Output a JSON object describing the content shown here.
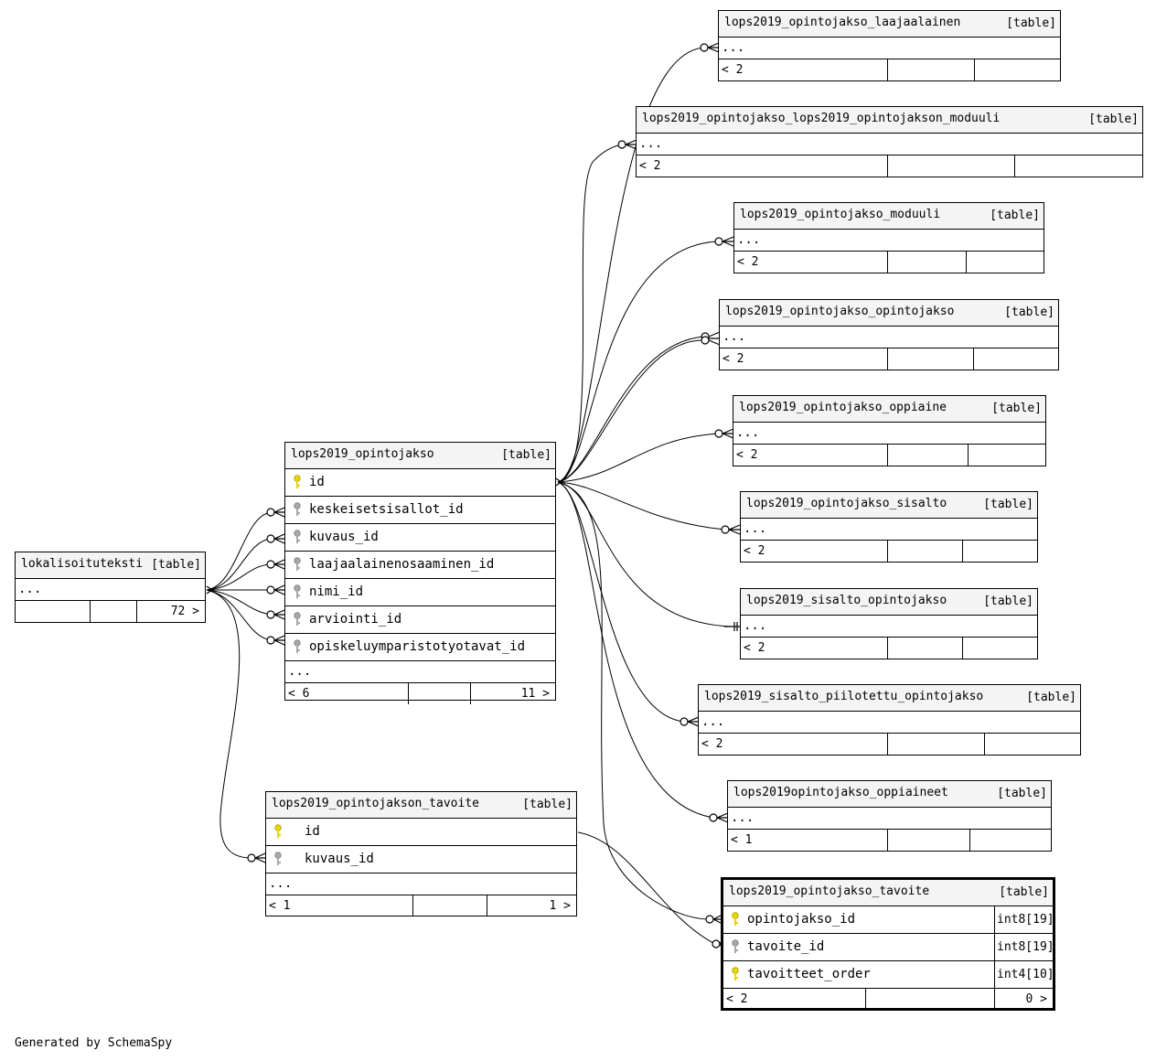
{
  "footer_text": "Generated by SchemaSpy",
  "colors": {
    "primary_key": "#e8d600",
    "foreign_key": "#a8a8a8",
    "header_bg": "#f4f4f4",
    "border": "#000000"
  },
  "tables": {
    "lokalisoituteksti": {
      "name": "lokalisoituteksti",
      "type": "[table]",
      "ellipsis": "...",
      "parents": "",
      "children": "72 >"
    },
    "opintojakso": {
      "name": "lops2019_opintojakso",
      "type": "[table]",
      "columns": [
        {
          "name": "id",
          "key": "primary"
        },
        {
          "name": "keskeisetsisallot_id",
          "key": "foreign"
        },
        {
          "name": "kuvaus_id",
          "key": "foreign"
        },
        {
          "name": "laajaalainenosaaminen_id",
          "key": "foreign"
        },
        {
          "name": "nimi_id",
          "key": "foreign"
        },
        {
          "name": "arviointi_id",
          "key": "foreign"
        },
        {
          "name": "opiskeluymparistotyotavat_id",
          "key": "foreign"
        }
      ],
      "ellipsis": "...",
      "parents": "< 6",
      "children": "11 >"
    },
    "tavoite": {
      "name": "lops2019_opintojakson_tavoite",
      "type": "[table]",
      "columns": [
        {
          "name": "id",
          "key": "primary"
        },
        {
          "name": "kuvaus_id",
          "key": "foreign"
        }
      ],
      "ellipsis": "...",
      "parents": "< 1",
      "children": "1 >"
    },
    "laajaalainen": {
      "name": "lops2019_opintojakso_laajaalainen",
      "type": "[table]",
      "ellipsis": "...",
      "parents": "< 2"
    },
    "moduuli_link": {
      "name": "lops2019_opintojakso_lops2019_opintojakson_moduuli",
      "type": "[table]",
      "ellipsis": "...",
      "parents": "< 2"
    },
    "moduuli": {
      "name": "lops2019_opintojakso_moduuli",
      "type": "[table]",
      "ellipsis": "...",
      "parents": "< 2"
    },
    "oj_oj": {
      "name": "lops2019_opintojakso_opintojakso",
      "type": "[table]",
      "ellipsis": "...",
      "parents": "< 2"
    },
    "oppiaine": {
      "name": "lops2019_opintojakso_oppiaine",
      "type": "[table]",
      "ellipsis": "...",
      "parents": "< 2"
    },
    "sisalto": {
      "name": "lops2019_opintojakso_sisalto",
      "type": "[table]",
      "ellipsis": "...",
      "parents": "< 2"
    },
    "sisalto_oj": {
      "name": "lops2019_sisalto_opintojakso",
      "type": "[table]",
      "ellipsis": "...",
      "parents": "< 2"
    },
    "piilotettu": {
      "name": "lops2019_sisalto_piilotettu_opintojakso",
      "type": "[table]",
      "ellipsis": "...",
      "parents": "< 2"
    },
    "oppiaineet": {
      "name": "lops2019opintojakso_oppiaineet",
      "type": "[table]",
      "ellipsis": "...",
      "parents": "< 1"
    },
    "oj_tavoite": {
      "name": "lops2019_opintojakso_tavoite",
      "type": "[table]",
      "columns": [
        {
          "name": "opintojakso_id",
          "key": "primary",
          "datatype": "int8[19]"
        },
        {
          "name": "tavoite_id",
          "key": "foreign",
          "datatype": "int8[19]"
        },
        {
          "name": "tavoitteet_order",
          "key": "primary",
          "datatype": "int4[10]"
        }
      ],
      "parents": "< 2",
      "children": "0 >"
    }
  }
}
